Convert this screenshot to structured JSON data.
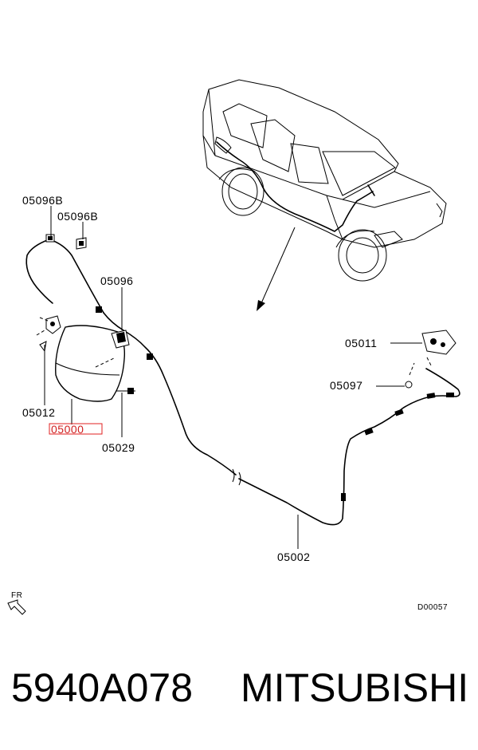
{
  "labels": {
    "b05096b": "05096B",
    "b05096b_2": "05096B",
    "b05096": "05096",
    "b05012": "05012",
    "b05000": "05000",
    "b05029": "05029",
    "b05011": "05011",
    "b05097": "05097",
    "b05002": "05002"
  },
  "direction": "FR",
  "diagram_code": "D00057",
  "footer": {
    "part_number": "5940A078",
    "brand": "MITSUBISHI"
  },
  "colors": {
    "highlight": "#e02020",
    "ink": "#000000"
  }
}
